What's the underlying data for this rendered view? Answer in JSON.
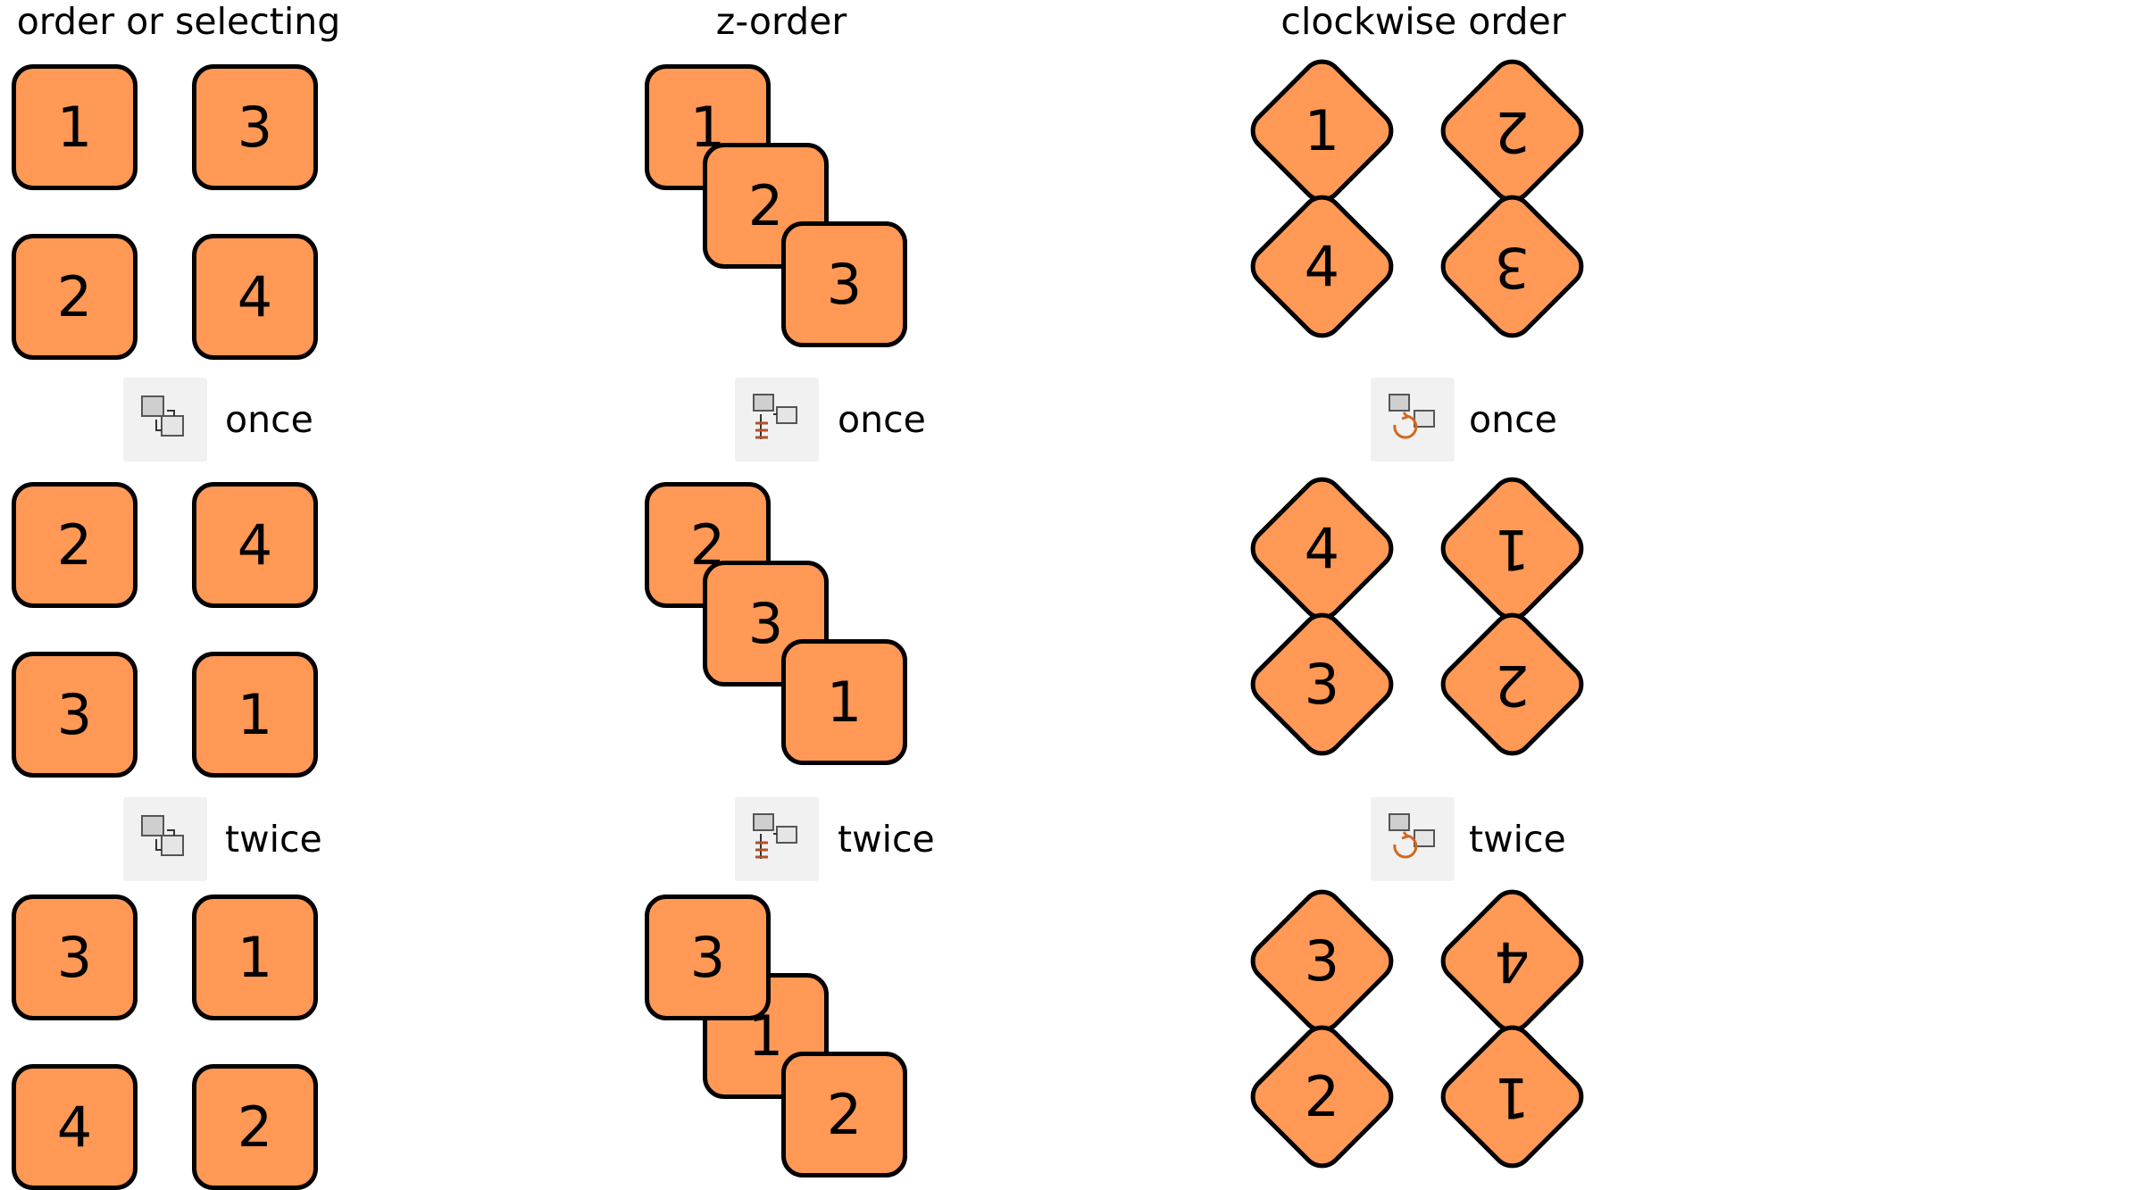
{
  "columns": [
    {
      "title": "order or selecting"
    },
    {
      "title": "z-order"
    },
    {
      "title": "clockwise order"
    }
  ],
  "steps": [
    {
      "label": "once"
    },
    {
      "label": "twice"
    }
  ],
  "icons": [
    "arrange-order-icon",
    "arrange-z-order-icon",
    "arrange-clockwise-icon"
  ],
  "colors": {
    "tile_fill": "#FF9955",
    "tile_stroke": "#000000",
    "button_bg": "#f1f1f1"
  },
  "rows": [
    {
      "order": [
        "1",
        "3",
        "2",
        "4"
      ],
      "z_order": [
        "1",
        "2",
        "3"
      ],
      "clockwise": [
        "1",
        "2",
        "4",
        "3"
      ]
    },
    {
      "order": [
        "2",
        "4",
        "3",
        "1"
      ],
      "z_order": [
        "2",
        "3",
        "1"
      ],
      "clockwise": [
        "4",
        "1",
        "3",
        "2"
      ]
    },
    {
      "order": [
        "3",
        "1",
        "4",
        "2"
      ],
      "z_order": [
        "3",
        "1",
        "2"
      ],
      "clockwise": [
        "3",
        "4",
        "2",
        "1"
      ]
    }
  ]
}
